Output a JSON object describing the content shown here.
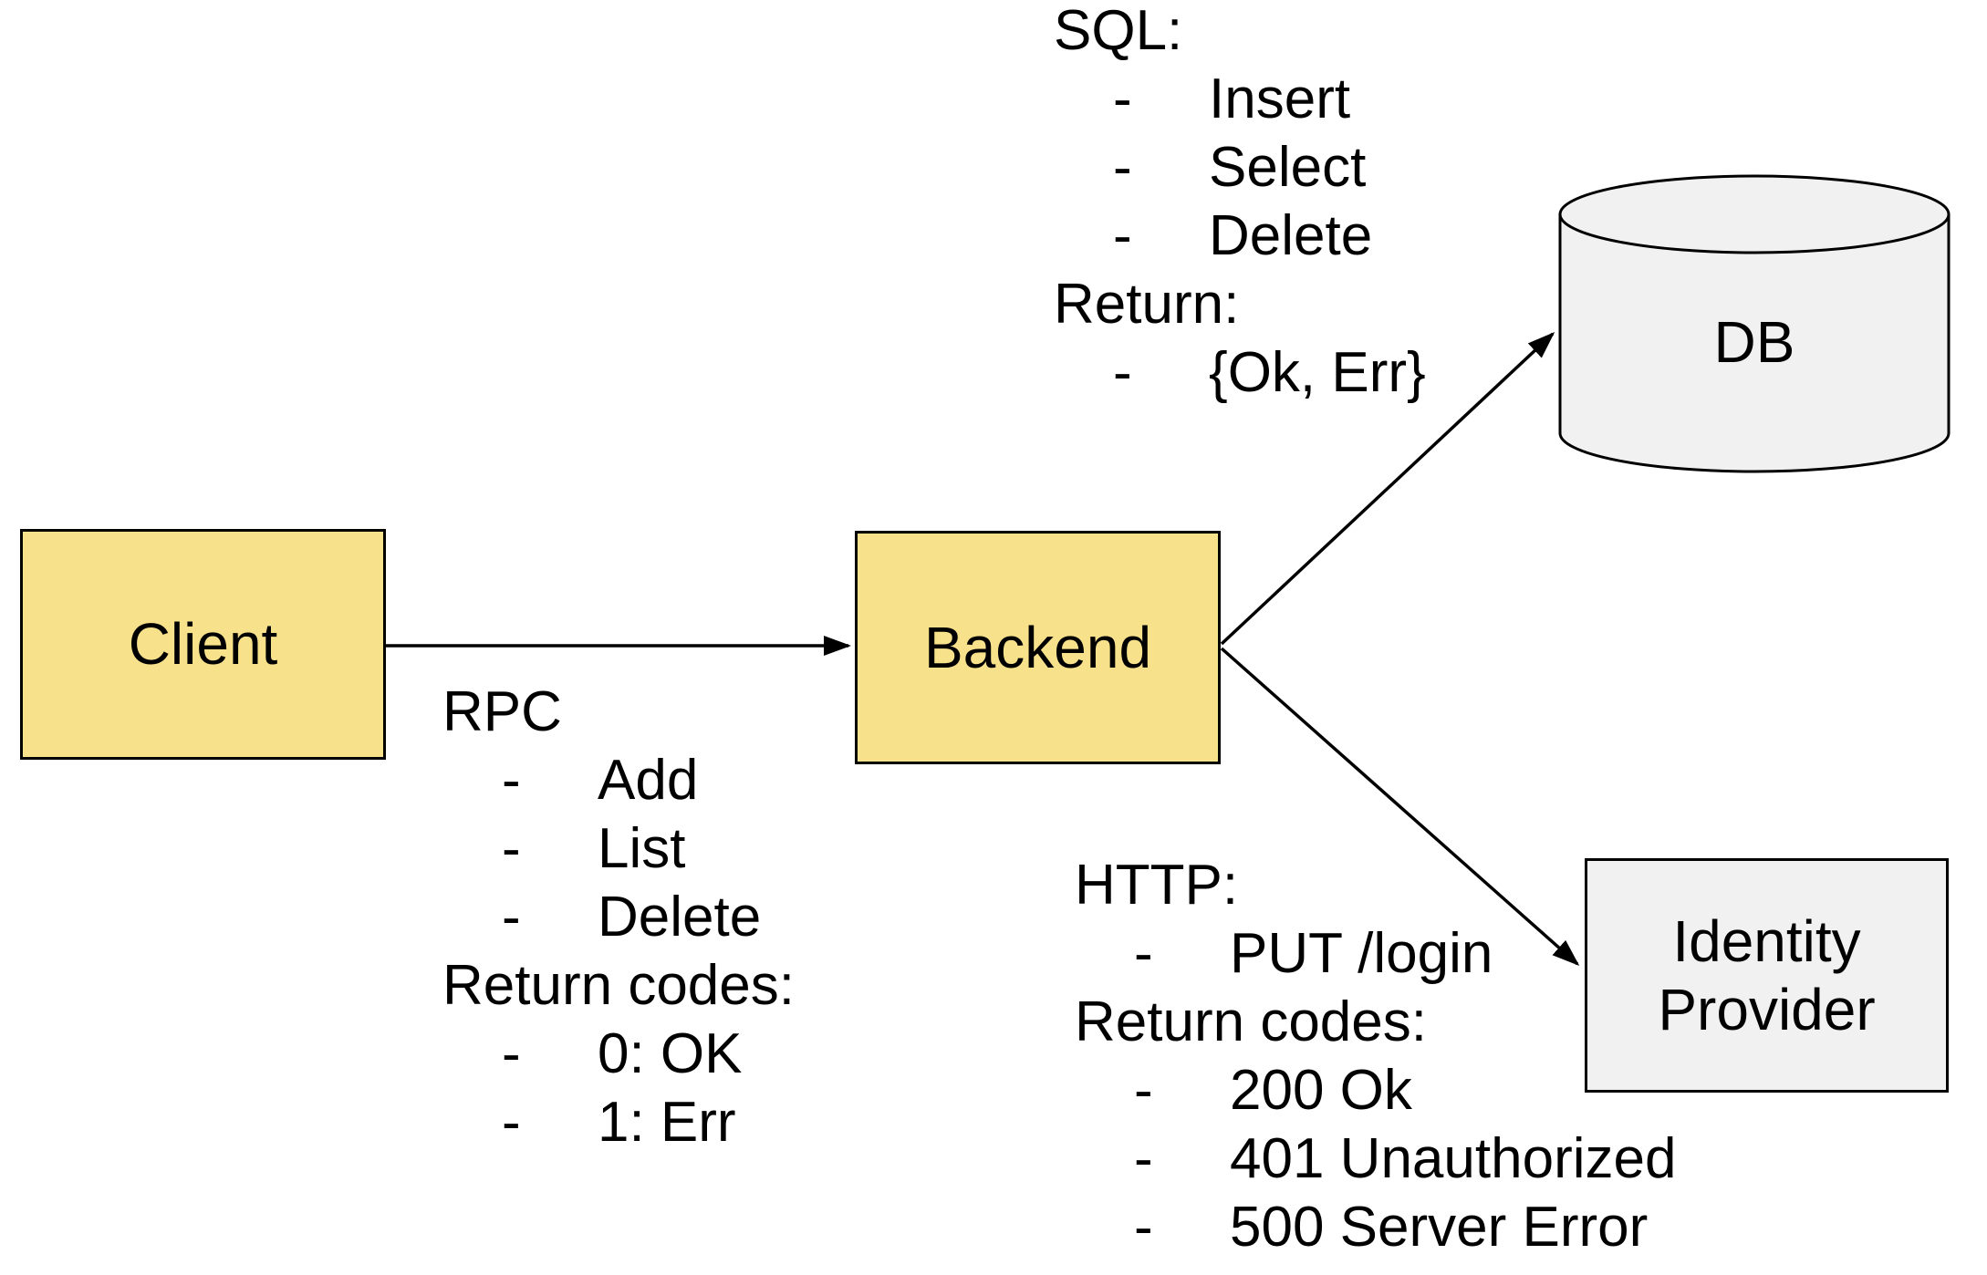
{
  "canvas": {
    "background": "#FFFFFF"
  },
  "colors": {
    "node_yellow": "#F8E18B",
    "node_gray": "#F1F1F1",
    "border": "#000000",
    "text": "#000000"
  },
  "bullet_char": "-",
  "nodes": {
    "client": {
      "label": "Client"
    },
    "backend": {
      "label": "Backend"
    },
    "db": {
      "label": "DB"
    },
    "identity_provider": {
      "label_lines": [
        "Identity",
        "Provider"
      ]
    }
  },
  "edges": [
    {
      "name": "client-to-backend"
    },
    {
      "name": "backend-to-db"
    },
    {
      "name": "backend-to-identity-provider"
    }
  ],
  "annotations": {
    "sql": {
      "lines": [
        {
          "type": "heading",
          "text": "SQL:"
        },
        {
          "type": "bullet",
          "text": "Insert"
        },
        {
          "type": "bullet",
          "text": "Select"
        },
        {
          "type": "bullet",
          "text": "Delete"
        },
        {
          "type": "heading",
          "text": "Return:"
        },
        {
          "type": "bullet",
          "text": "{Ok, Err}"
        }
      ]
    },
    "rpc": {
      "lines": [
        {
          "type": "heading",
          "text": "RPC"
        },
        {
          "type": "bullet",
          "text": "Add"
        },
        {
          "type": "bullet",
          "text": "List"
        },
        {
          "type": "bullet",
          "text": "Delete"
        },
        {
          "type": "heading",
          "text": "Return codes:"
        },
        {
          "type": "bullet",
          "text": "0: OK"
        },
        {
          "type": "bullet",
          "text": "1: Err"
        }
      ]
    },
    "http": {
      "lines": [
        {
          "type": "heading",
          "text": "HTTP:"
        },
        {
          "type": "bullet",
          "text": "PUT /login"
        },
        {
          "type": "heading",
          "text": "Return codes:"
        },
        {
          "type": "bullet",
          "text": "200 Ok"
        },
        {
          "type": "bullet",
          "text": "401 Unauthorized"
        },
        {
          "type": "bullet",
          "text": "500 Server Error"
        }
      ]
    }
  }
}
